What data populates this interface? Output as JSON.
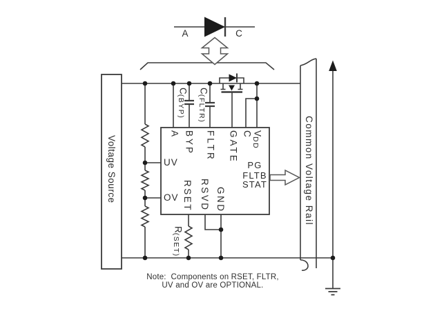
{
  "top_symbol": {
    "anode": "A",
    "cathode": "C"
  },
  "source": {
    "label": "Voltage Source"
  },
  "rail": {
    "label": "Common Voltage Rail"
  },
  "ic": {
    "top_pins": [
      {
        "main": "A",
        "sub": ""
      },
      {
        "main": "BYP",
        "sub": ""
      },
      {
        "main": "FLTR",
        "sub": ""
      },
      {
        "main": "GATE",
        "sub": ""
      },
      {
        "main": "C",
        "sub": ""
      },
      {
        "main": "V",
        "sub": "DD"
      }
    ],
    "left_pins": [
      "UV",
      "OV"
    ],
    "right_pins": [
      "PG",
      "FLTB",
      "STAT"
    ],
    "bottom_pins": [
      "RSET",
      "RSVD",
      "GND"
    ]
  },
  "components": {
    "cap_byp": {
      "main": "C",
      "sub": "(BYP)"
    },
    "cap_fltr": {
      "main": "C",
      "sub": "(FLTR)"
    },
    "r_set": {
      "main": "R",
      "sub": "(SET)"
    }
  },
  "note": {
    "line1": "Note:  Components on RSET, FLTR,",
    "line2": "UV and OV are OPTIONAL."
  },
  "colors": {
    "line": "#3a3a3a",
    "symbol_fill": "#1c1c1c",
    "hollow_arrow_stroke": "#565656",
    "text": "#2b2b2b",
    "background": "#ffffff"
  }
}
